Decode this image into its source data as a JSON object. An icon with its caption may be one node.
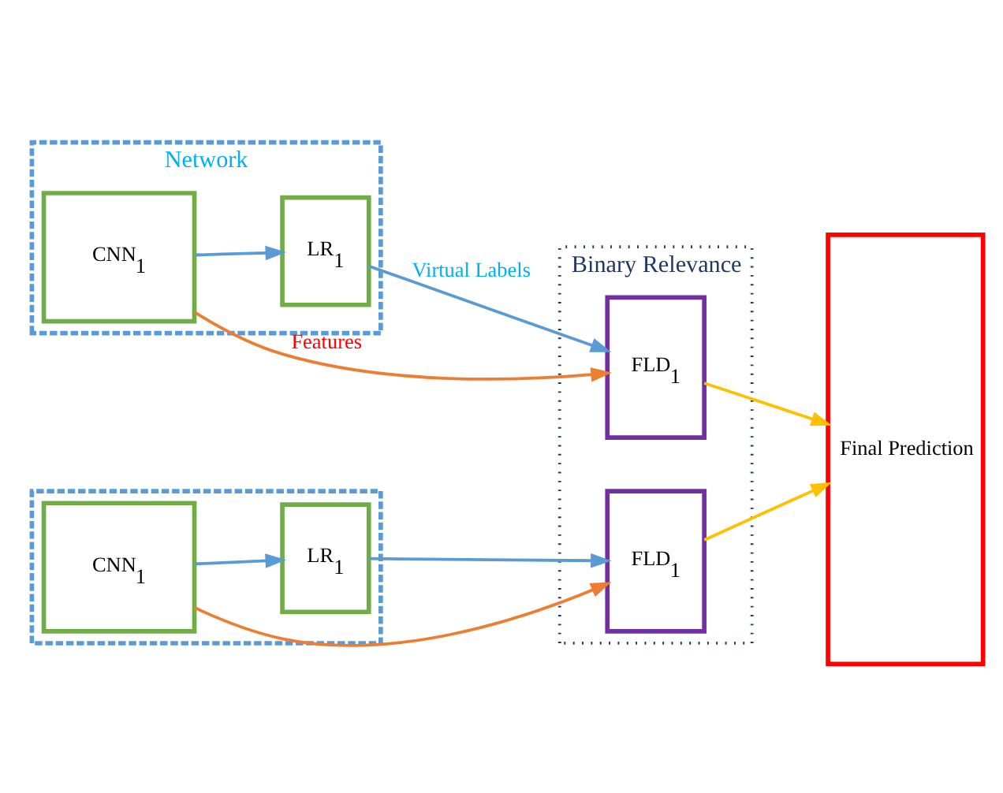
{
  "diagram": {
    "nodes": [
      {
        "text": [
          "Network"
        ]
      },
      {
        "text": [
          "CNN$_{1}$"
        ],
        "in": 0
      },
      {
        "text": [
          "LR$_{1}$"
        ],
        "in": 0
      },
      {
        "text": [],
        "shape": "box"
      },
      {
        "text": [
          "CNN$_{1}$"
        ],
        "in": 3
      },
      {
        "text": [
          "LR$_{1}$"
        ],
        "in": 3
      },
      {
        "text": [
          "Binary Relevance"
        ]
      },
      {
        "text": [
          "FLD$_{1}$"
        ],
        "in": 6
      },
      {
        "text": [
          "FLD$_{1}$"
        ],
        "in": 6
      },
      {
        "text": [
          "Final Prediction"
        ]
      }
    ],
    "edges": [
      {
        "from": 1,
        "to": 7,
        "arrow": "to",
        "label": "Features",
        "color": "#ed7d31"
      },
      {
        "from": 1,
        "to": 2,
        "arrow": "to"
      },
      {
        "from": 2,
        "to": 7,
        "arrow": "to",
        "label": "Virtual Labels"
      },
      {
        "from": 4,
        "to": 8,
        "arrow": "to",
        "color": "#ed7d31"
      },
      {
        "from": 4,
        "to": 5,
        "arrow": "to"
      },
      {
        "from": 5,
        "to": 8,
        "arrow": "to"
      },
      {
        "from": 7,
        "to": 9,
        "arrow": "to",
        "color": "#ffc000"
      },
      {
        "from": 8,
        "to": 9,
        "arrow": "to",
        "color": "#ffc000"
      }
    ]
  }
}
